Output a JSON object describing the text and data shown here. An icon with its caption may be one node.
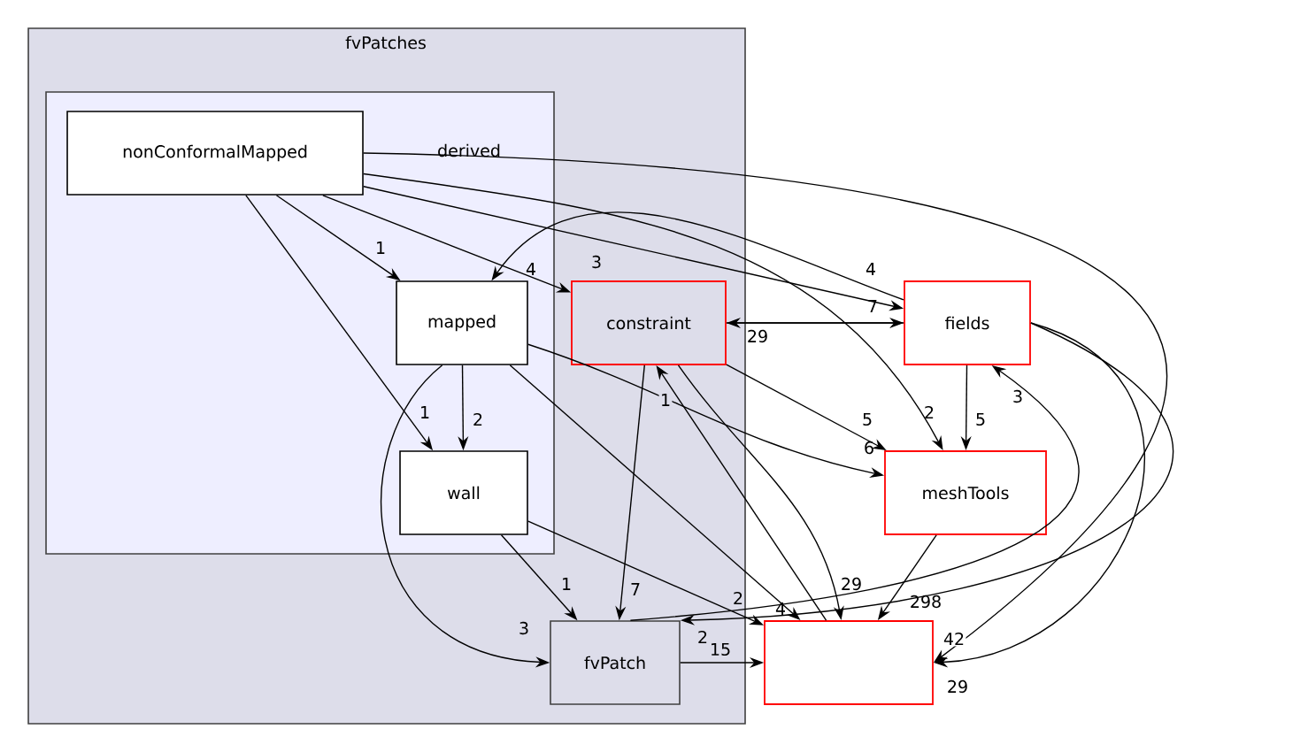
{
  "diagram": {
    "nodes": [
      {
        "text": [
          "fvPatches"
        ]
      },
      {
        "text": [
          "derived"
        ],
        "in": 0
      },
      {
        "text": [
          "nonConformalMapped"
        ],
        "in": 1
      },
      {
        "text": [
          "mapped"
        ],
        "in": 1
      },
      {
        "text": [
          "wall"
        ],
        "in": 1
      },
      {
        "text": [
          "constraint"
        ],
        "in": 0
      },
      {
        "text": [
          "fvPatch"
        ],
        "in": 0
      },
      {
        "text": [
          "fields"
        ]
      },
      {
        "text": [
          "meshTools"
        ]
      },
      {
        "text": [],
        "shape": "box"
      }
    ],
    "edges": [
      {
        "from": 2,
        "to": 3,
        "arrow": "to",
        "label": "1"
      },
      {
        "from": 2,
        "to": 4,
        "arrow": "to",
        "label": "1"
      },
      {
        "from": 2,
        "to": 5,
        "arrow": "to",
        "label": "3"
      },
      {
        "from": 2,
        "to": 7,
        "arrow": "to",
        "label": "4"
      },
      {
        "from": 2,
        "to": 8,
        "arrow": "to",
        "label": "2"
      },
      {
        "from": 2,
        "to": 9,
        "arrow": "to",
        "label": "29"
      },
      {
        "from": 3,
        "to": 4,
        "arrow": "to",
        "label": "2"
      },
      {
        "from": 3,
        "to": 6,
        "arrow": "to",
        "label": "3"
      },
      {
        "from": 3,
        "to": 8,
        "arrow": "to",
        "label": "6"
      },
      {
        "from": 3,
        "to": 9,
        "arrow": "to",
        "label": "4"
      },
      {
        "from": 4,
        "to": 6,
        "arrow": "to",
        "label": "1"
      },
      {
        "from": 4,
        "to": 9,
        "arrow": "to",
        "label": "2"
      },
      {
        "from": 5,
        "to": 6,
        "arrow": "to",
        "label": "7"
      },
      {
        "from": 5,
        "to": 7,
        "arrow": "to",
        "label": "7"
      },
      {
        "from": 5,
        "to": 8,
        "arrow": "to",
        "label": "5"
      },
      {
        "from": 5,
        "to": 9,
        "arrow": "to",
        "label": "29"
      },
      {
        "from": 6,
        "to": 9,
        "arrow": "to",
        "label": "15"
      },
      {
        "from": 6,
        "to": 7,
        "arrow": "to",
        "label": "3"
      },
      {
        "from": 7,
        "to": 3,
        "arrow": "to",
        "label": "4"
      },
      {
        "from": 7,
        "to": 5,
        "arrow": "to",
        "label": "29"
      },
      {
        "from": 7,
        "to": 8,
        "arrow": "to",
        "label": "5"
      },
      {
        "from": 7,
        "to": 6,
        "arrow": "to",
        "label": "2"
      },
      {
        "from": 7,
        "to": 9,
        "arrow": "to",
        "label": "42"
      },
      {
        "from": 8,
        "to": 9,
        "arrow": "to",
        "label": "298"
      },
      {
        "from": 9,
        "to": 5,
        "arrow": "to",
        "label": "1"
      }
    ]
  }
}
